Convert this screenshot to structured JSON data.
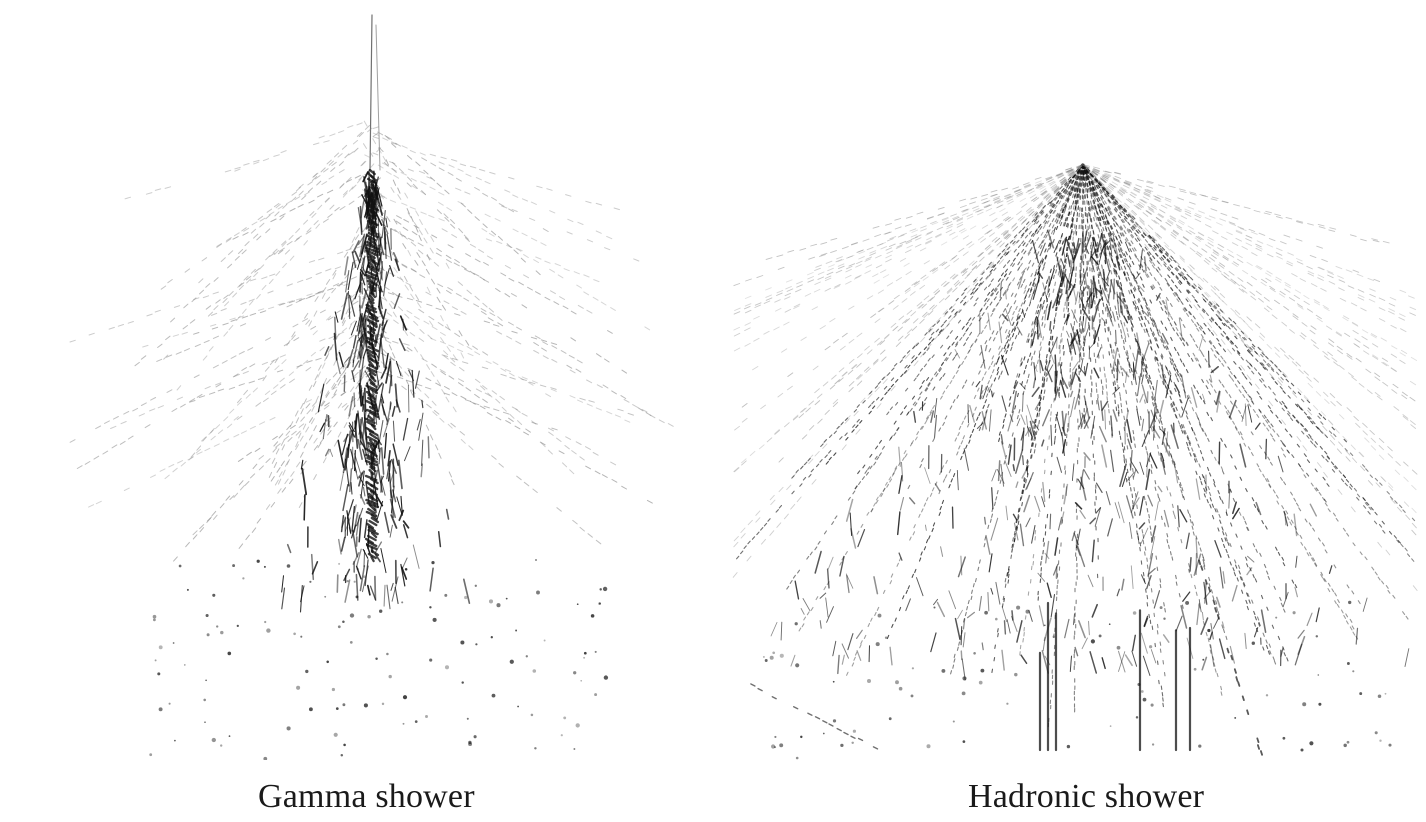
{
  "panels": [
    {
      "id": "gamma",
      "caption": "Gamma shower"
    },
    {
      "id": "hadronic",
      "caption": "Hadronic shower"
    }
  ],
  "colors": {
    "background": "#ffffff",
    "track": "#111111",
    "faint_track": "#8a8a8a"
  }
}
